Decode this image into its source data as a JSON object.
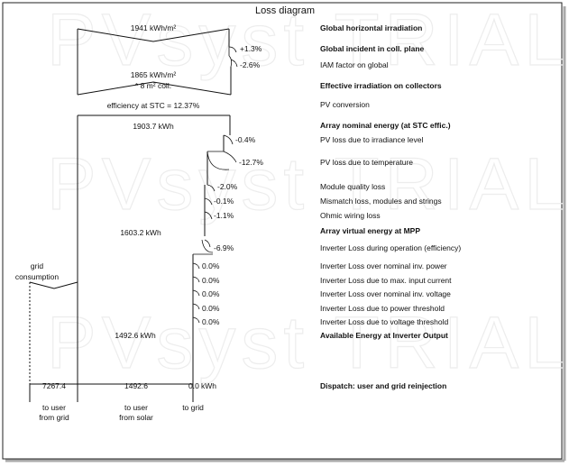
{
  "title": "Loss diagram",
  "watermark": "PVsyst TRIAL",
  "flows": {
    "ghi": "1941 kWh/m²",
    "eff_irr": "1865  kWh/m²",
    "collector_area": "* 8 m² coll.",
    "efficiency": "efficiency at STC = 12.37%",
    "array_nominal": "1903.7 kWh",
    "array_mpp": "1603.2 kWh",
    "inverter_output": "1492.6 kWh",
    "to_user_grid_value": "7267.4",
    "to_user_solar_value": "1492.6",
    "to_grid_value": "0.0",
    "to_grid_unit": "kWh",
    "grid_consumption": [
      "grid",
      "consumption"
    ],
    "to_user_from_grid": [
      "to user",
      "from grid"
    ],
    "to_user_from_solar": [
      "to user",
      "from solar"
    ],
    "to_grid": "to grid"
  },
  "rows": [
    {
      "label": "Global horizontal irradiation",
      "bold": true,
      "pct": ""
    },
    {
      "label": "Global incident in coll. plane",
      "bold": true,
      "pct": "+1.3%"
    },
    {
      "label": "IAM factor on global",
      "bold": false,
      "pct": "-2.6%"
    },
    {
      "label": "Effective irradiation on collectors",
      "bold": true,
      "pct": ""
    },
    {
      "label": "PV conversion",
      "bold": false,
      "pct": ""
    },
    {
      "label": "Array nominal energy (at STC effic.)",
      "bold": true,
      "pct": ""
    },
    {
      "label": "PV loss due to irradiance level",
      "bold": false,
      "pct": "-0.4%"
    },
    {
      "label": "PV loss due to temperature",
      "bold": false,
      "pct": "-12.7%"
    },
    {
      "label": "Module quality loss",
      "bold": false,
      "pct": "-2.0%"
    },
    {
      "label": "Mismatch loss, modules and strings",
      "bold": false,
      "pct": "-0.1%"
    },
    {
      "label": "Ohmic wiring loss",
      "bold": false,
      "pct": "-1.1%"
    },
    {
      "label": "Array virtual energy at MPP",
      "bold": true,
      "pct": ""
    },
    {
      "label": "Inverter Loss during operation (efficiency)",
      "bold": false,
      "pct": "-6.9%"
    },
    {
      "label": "Inverter Loss over nominal inv. power",
      "bold": false,
      "pct": "0.0%"
    },
    {
      "label": "Inverter Loss due to max. input current",
      "bold": false,
      "pct": "0.0%"
    },
    {
      "label": "Inverter Loss over nominal inv. voltage",
      "bold": false,
      "pct": "0.0%"
    },
    {
      "label": "Inverter Loss due to power threshold",
      "bold": false,
      "pct": "0.0%"
    },
    {
      "label": "Inverter Loss due to voltage threshold",
      "bold": false,
      "pct": "0.0%"
    },
    {
      "label": "Available Energy at Inverter Output",
      "bold": true,
      "pct": ""
    },
    {
      "label": "Dispatch: user and grid reinjection",
      "bold": true,
      "pct": ""
    }
  ]
}
